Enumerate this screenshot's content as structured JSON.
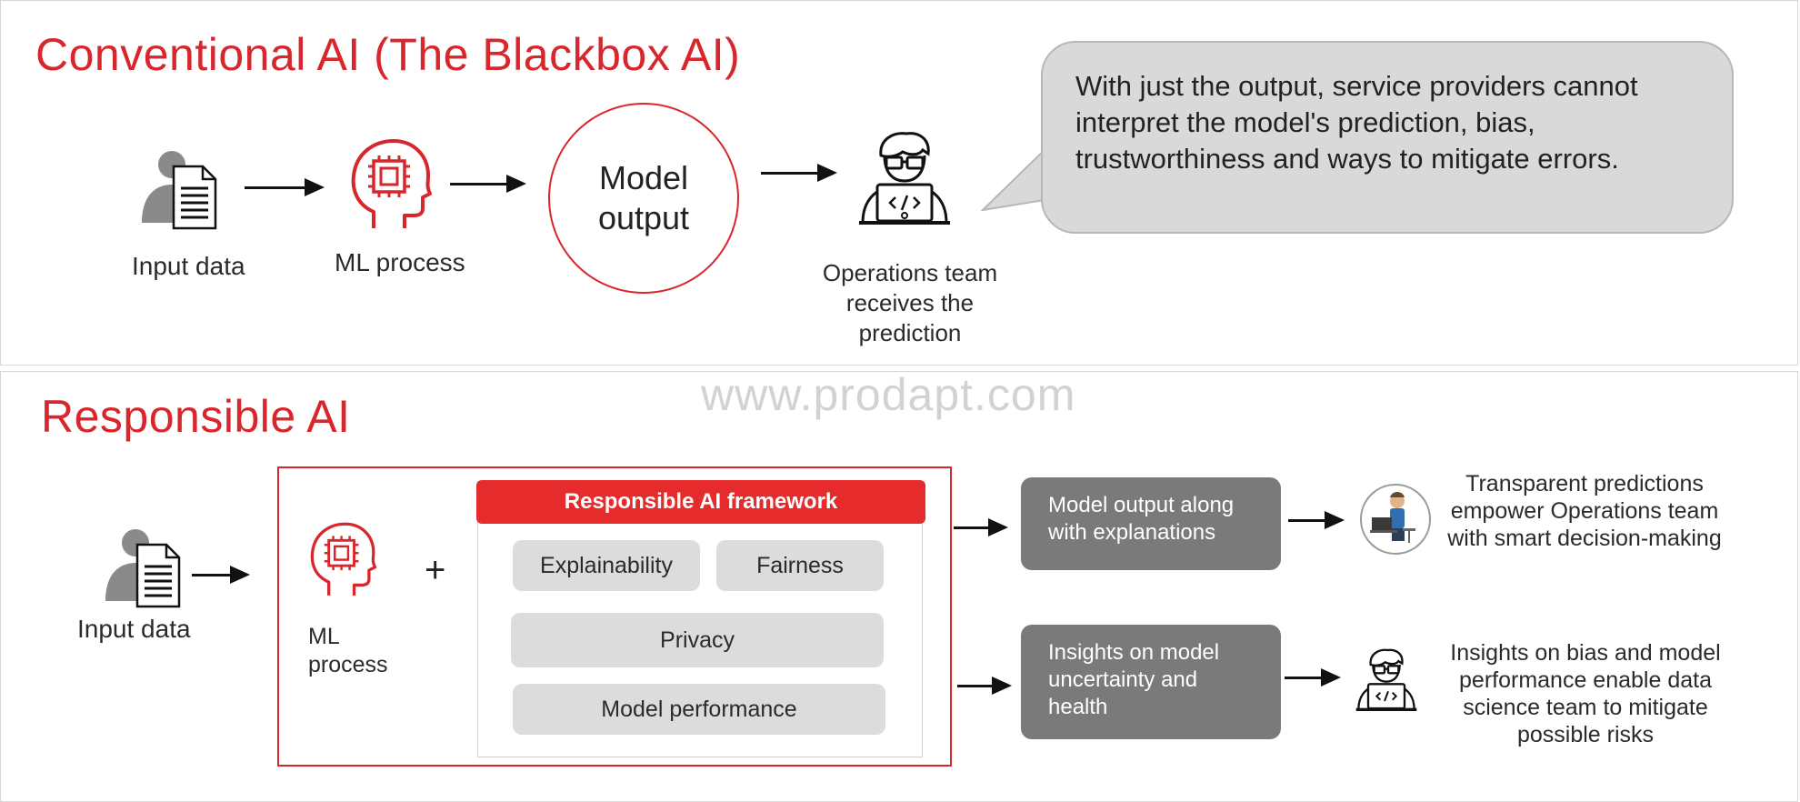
{
  "top": {
    "title": "Conventional AI (The Blackbox AI)",
    "input_label": "Input data",
    "ml_label": "ML process",
    "model_output": "Model output",
    "ops_label": "Operations team receives the prediction",
    "bubble_text": "With just the output, service providers cannot interpret the model's prediction, bias, trustworthiness and ways to mitigate errors."
  },
  "watermark": "www.prodapt.com",
  "bottom": {
    "title": "Responsible AI",
    "input_label": "Input data",
    "ml_label": "ML process",
    "plus": "+",
    "framework_title": "Responsible AI framework",
    "pillars": [
      "Explainability",
      "Fairness",
      "Privacy",
      "Model performance"
    ],
    "output_box_1": "Model output along with explanations",
    "output_box_2": "Insights on model uncertainty and health",
    "result_1": "Transparent predictions empower Operations team with smart decision-making",
    "result_2": "Insights on bias and model performance enable data science team to mitigate possible risks"
  },
  "icons": {
    "person_document": "person-document-icon",
    "ai_head": "ai-head-icon",
    "developer": "developer-icon",
    "person_laptop": "person-laptop-icon"
  },
  "colors": {
    "accent_red": "#d7262c",
    "framework_red": "#e52b2b",
    "dark_gray_box": "#7a7a7a",
    "pill_gray": "#dcdcdc",
    "bubble_gray": "#d9d9d9"
  }
}
